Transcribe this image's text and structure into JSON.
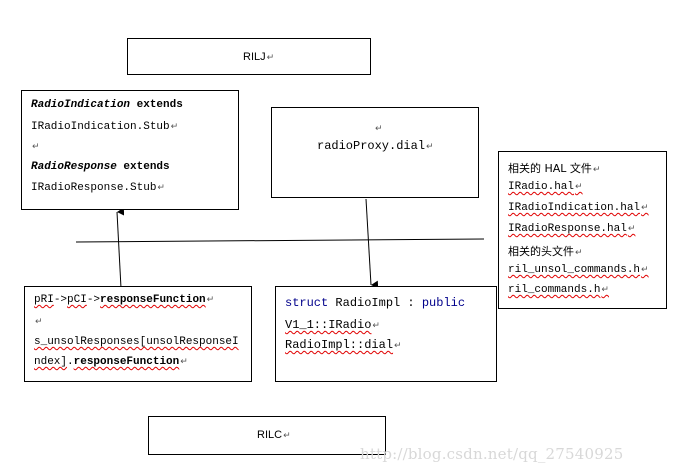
{
  "boxes": {
    "rilj": {
      "label": "RILJ",
      "mark": "↵"
    },
    "java_callbacks": {
      "line1_name": "RadioIndication",
      "line1_kw": " extends",
      "line2": "IRadioIndication.Stub",
      "line3": "",
      "line4_name": "RadioResponse",
      "line4_kw": " extends",
      "line5": "IRadioResponse.Stub"
    },
    "proxy": {
      "line1": "",
      "call": "radioProxy.dial"
    },
    "hal_files": {
      "header1": "相关的 HAL 文件",
      "files": [
        "IRadio.hal",
        "IRadioIndication.hal",
        "IRadioResponse.hal"
      ],
      "header2": "相关的头文件",
      "headers": [
        "ril_unsol_commands.h",
        "ril_commands.h"
      ]
    },
    "native_callback": {
      "p1": "pRI",
      "arrow1": "->",
      "p2": "pCI",
      "arrow2": "->",
      "fn": "responseFunction",
      "line2": "",
      "arr_a": "s_unsolResponses[unsolResponseI",
      "arr_b": "ndex]",
      "dot": ".",
      "fn2": "responseFunction"
    },
    "impl": {
      "kw_struct": "struct",
      "name": "RadioImpl",
      "colon": " : ",
      "kw_public": "public",
      "base": "V1_1::IRadio",
      "method": "RadioImpl::dial"
    },
    "rilc": {
      "label": "RILC",
      "mark": "↵"
    }
  },
  "watermark": "http://blog.csdn.net/qq_27540925"
}
